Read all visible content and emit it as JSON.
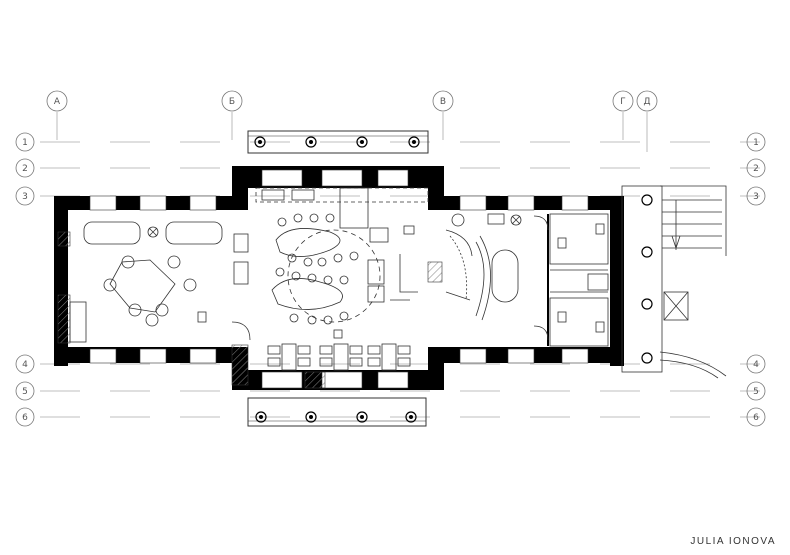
{
  "axes": {
    "columns": [
      "А",
      "Б",
      "В",
      "Г",
      "Д"
    ],
    "rows": [
      "1",
      "2",
      "3",
      "4",
      "5",
      "6"
    ]
  },
  "author": "JULIA IONOVA",
  "colors": {
    "wall": "#000000",
    "line": "#333333",
    "hatch": "#888888",
    "background": "#ffffff"
  }
}
